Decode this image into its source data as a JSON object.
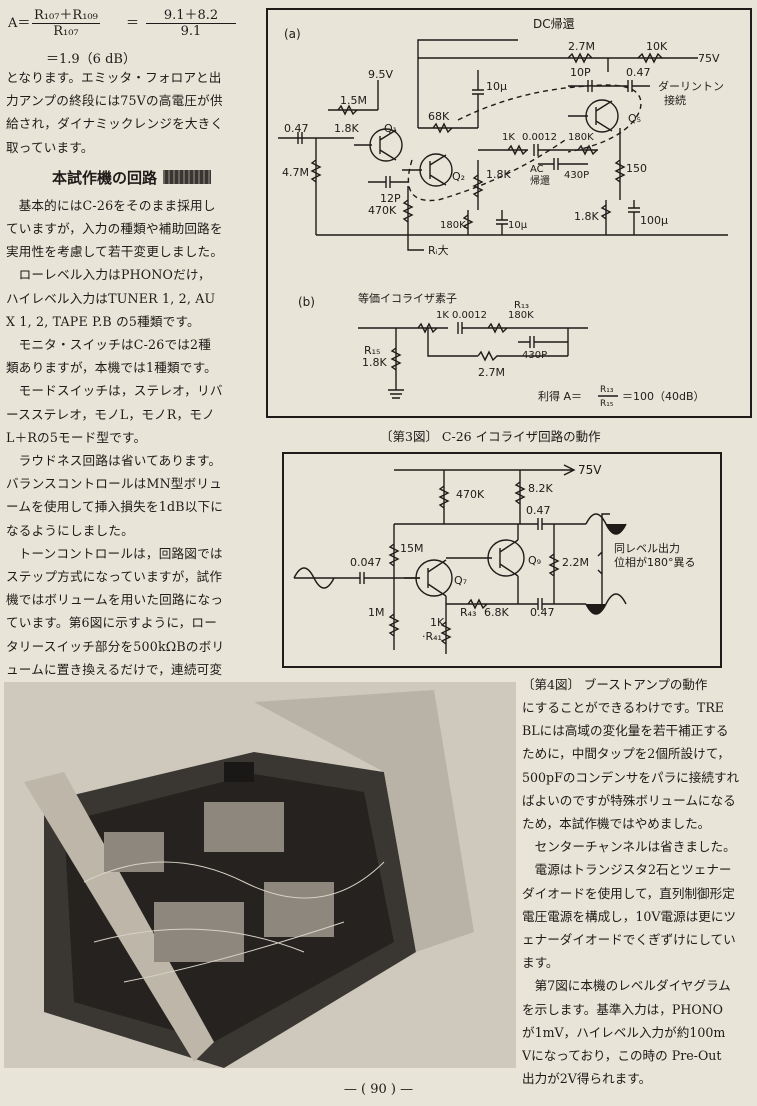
{
  "formula": {
    "a": "A＝",
    "frac1_num": "R₁₀₇＋R₁₀₉",
    "frac1_den": "R₁₀₇",
    "eq": "＝",
    "frac2_num": "9.1＋8.2",
    "frac2_den": "9.1",
    "result": "＝1.9（6 dB）"
  },
  "left_text": {
    "p1": [
      "となります。エミッタ・フォロアと出",
      "力アンプの終段には75Vの高電圧が供",
      "給され，ダイナミックレンジを大きく",
      "取っています。"
    ],
    "heading": "本試作機の回路",
    "p2": [
      "基本的にはC-26をそのまま採用し",
      "ていますが，入力の種類や補助回路を",
      "実用性を考慮して若干変更しました。"
    ],
    "p3": [
      "ローレベル入力はPHONOだけ，",
      "ハイレベル入力はTUNER 1, 2, AU",
      "X 1, 2, TAPE P.B の5種類です。"
    ],
    "p4": [
      "モニタ・スイッチはC-26では2種",
      "類ありますが，本機では1種類です。"
    ],
    "p5": [
      "モードスイッチは，ステレオ，リバ",
      "ースステレオ，モノL，モノR，モノ",
      "L＋Rの5モード型です。"
    ],
    "p6": [
      "ラウドネス回路は省いてあります。",
      "バランスコントロールはMN型ボリュ",
      "ームを使用して挿入損失を1dB以下に",
      "なるようにしました。"
    ],
    "p7": [
      "トーンコントロールは，回路図では",
      "ステップ方式になっていますが，試作",
      "機ではボリュームを用いた回路になっ",
      "ています。第6図に示すように，ロー",
      "タリースイッチ部分を500kΩBのボリ",
      "ュームに置き換えるだけで，連続可変"
    ]
  },
  "fig3": {
    "caption": "〔第3図〕 C-26 イコライザ回路の動作",
    "label_a": "(a)",
    "label_b": "(b)",
    "dc_fb": "DC帰還",
    "darlington": "ダーリントン",
    "darlington2": "接続",
    "ac_fb": "AC",
    "ac_fb2": "帰還",
    "r_27m": "2.7M",
    "r_10k": "10K",
    "v75": "75V",
    "c_10p": "10P",
    "c_047b": "0.47",
    "v95": "9.5V",
    "c_10u": "10μ",
    "r_15m": "1.5M",
    "r_68k": "68K",
    "c_047": "0.47",
    "r_18k": "1.8K",
    "q1": "Q₁",
    "r_1k": "1K",
    "c_00012": "0.0012",
    "r_180k": "180K",
    "q5": "Q₅",
    "r_47m": "4.7M",
    "c_12p": "12P",
    "q2": "Q₂",
    "r_18k2": "1.8K",
    "c_430p": "430P",
    "r_150": "150",
    "r_470k": "470K",
    "r_180k2": "180K",
    "c_10u2": "10μ",
    "r_18k3": "1.8K",
    "c_100u": "100μ",
    "ri": "Rᵢ大",
    "b_title": "等価イコライザ素子",
    "b_1k": "1K",
    "b_00012": "0.0012",
    "b_r13": "R₁₃",
    "b_180k": "180K",
    "b_r15": "R₁₅",
    "b_18k": "1.8K",
    "b_430p": "430P",
    "b_27m": "2.7M",
    "gain_a": "利得 A＝",
    "gain_num": "R₁₃",
    "gain_den": "R₁₅",
    "gain_val": "＝100（40dB）"
  },
  "fig4": {
    "caption": "〔第4図〕 ブーストアンプの動作",
    "v75": "75V",
    "r_470k": "470K",
    "r_82k": "8.2K",
    "c_047a": "0.47",
    "c_0047": "0.047",
    "r_15m": "15M",
    "q7": "Q₇",
    "q9": "Q₉",
    "r_22m": "2.2M",
    "same_level": "同レベル出力",
    "phase": "位相が180°異る",
    "r_1m": "1M",
    "r43": "R₄₃",
    "r_68k": "6.8K",
    "c_047b": "0.47",
    "r_1k": "1K",
    "r41": "·R₄₁"
  },
  "right_text": {
    "p1": [
      "にすることができるわけです。TRE",
      "BLには高域の変化量を若干補正する",
      "ために，中間タップを2個所設けて，",
      "500pFのコンデンサをパラに接続すれ",
      "ばよいのですが特殊ボリュームになる",
      "ため，本試作機ではやめました。"
    ],
    "p2": [
      "センターチャンネルは省きました。"
    ],
    "p3": [
      "電源はトランジスタ2石とツェナー",
      "ダイオードを使用して，直列制御形定",
      "電圧電源を構成し，10V電源は更にツ",
      "ェナーダイオードでくぎずけにしてい",
      "ます。"
    ],
    "p4": [
      "第7図に本機のレベルダイヤグラム",
      "を示します。基準入力は，PHONO",
      "が1mV，ハイレベル入力が約100m",
      "Vになっており，この時の Pre-Out",
      "出力が2V得られます。"
    ]
  },
  "page_number": "— ( 90 ) —"
}
